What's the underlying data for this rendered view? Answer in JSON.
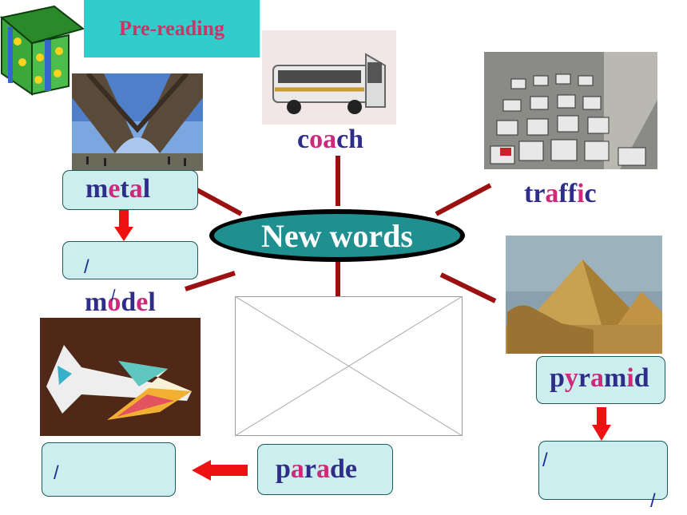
{
  "title_badge": {
    "label": "Pre-reading"
  },
  "center": {
    "label": "New words"
  },
  "words": {
    "coach": [
      {
        "t": "c",
        "h": false
      },
      {
        "t": "oa",
        "h": true
      },
      {
        "t": "ch",
        "h": false
      }
    ],
    "traffic": [
      {
        "t": "tr",
        "h": false
      },
      {
        "t": "a",
        "h": true
      },
      {
        "t": "ff",
        "h": false
      },
      {
        "t": "i",
        "h": true
      },
      {
        "t": "c",
        "h": false
      }
    ],
    "metal": [
      {
        "t": "m",
        "h": false
      },
      {
        "t": "e",
        "h": true
      },
      {
        "t": "t",
        "h": false
      },
      {
        "t": "a",
        "h": true
      },
      {
        "t": "l",
        "h": false
      }
    ],
    "model": [
      {
        "t": "m",
        "h": false
      },
      {
        "t": "o",
        "h": true
      },
      {
        "t": "d",
        "h": false
      },
      {
        "t": "e",
        "h": true
      },
      {
        "t": "l",
        "h": false
      }
    ],
    "pyramid": [
      {
        "t": "p",
        "h": false
      },
      {
        "t": "y",
        "h": true
      },
      {
        "t": "r",
        "h": false
      },
      {
        "t": "a",
        "h": true
      },
      {
        "t": "m",
        "h": false
      },
      {
        "t": "i",
        "h": true
      },
      {
        "t": "d",
        "h": false
      }
    ],
    "parade": [
      {
        "t": "p",
        "h": false
      },
      {
        "t": "a",
        "h": true
      },
      {
        "t": "r",
        "h": false
      },
      {
        "t": "a",
        "h": true
      },
      {
        "t": "de",
        "h": false
      }
    ]
  },
  "phonetic": {
    "slash": "/"
  },
  "colors": {
    "word": "#2e2e8a",
    "highlight": "#cc2a7a",
    "connector": "#9b1010",
    "arrow": "#ee1111",
    "box": "#cceeee",
    "badge": "#33cccc"
  },
  "icons": [
    "gift-box-icon",
    "eiffel-tower-photo",
    "coach-bus-photo",
    "traffic-jam-photo",
    "pyramid-sphinx-photo",
    "paper-airplane-photo",
    "image-placeholder"
  ]
}
